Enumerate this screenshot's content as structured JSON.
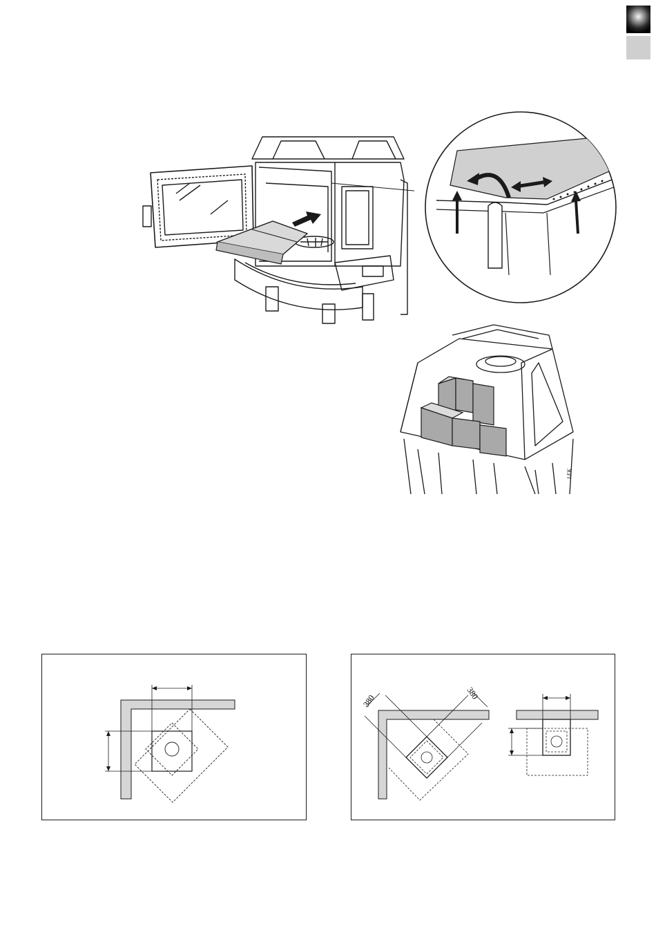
{
  "page": {
    "tabs": [
      "dark-tab",
      "light-tab"
    ]
  },
  "figures": {
    "stove_signature": "LEK",
    "diagram_left": {
      "dimensions": []
    },
    "diagram_right": {
      "dimension_left": "380",
      "dimension_right": "380"
    }
  },
  "colors": {
    "ink": "#1a1a1a",
    "wall_fill": "#d6d6d6",
    "brick_fill": "#a9a9a9",
    "plate_fill": "#cfcfcf"
  }
}
